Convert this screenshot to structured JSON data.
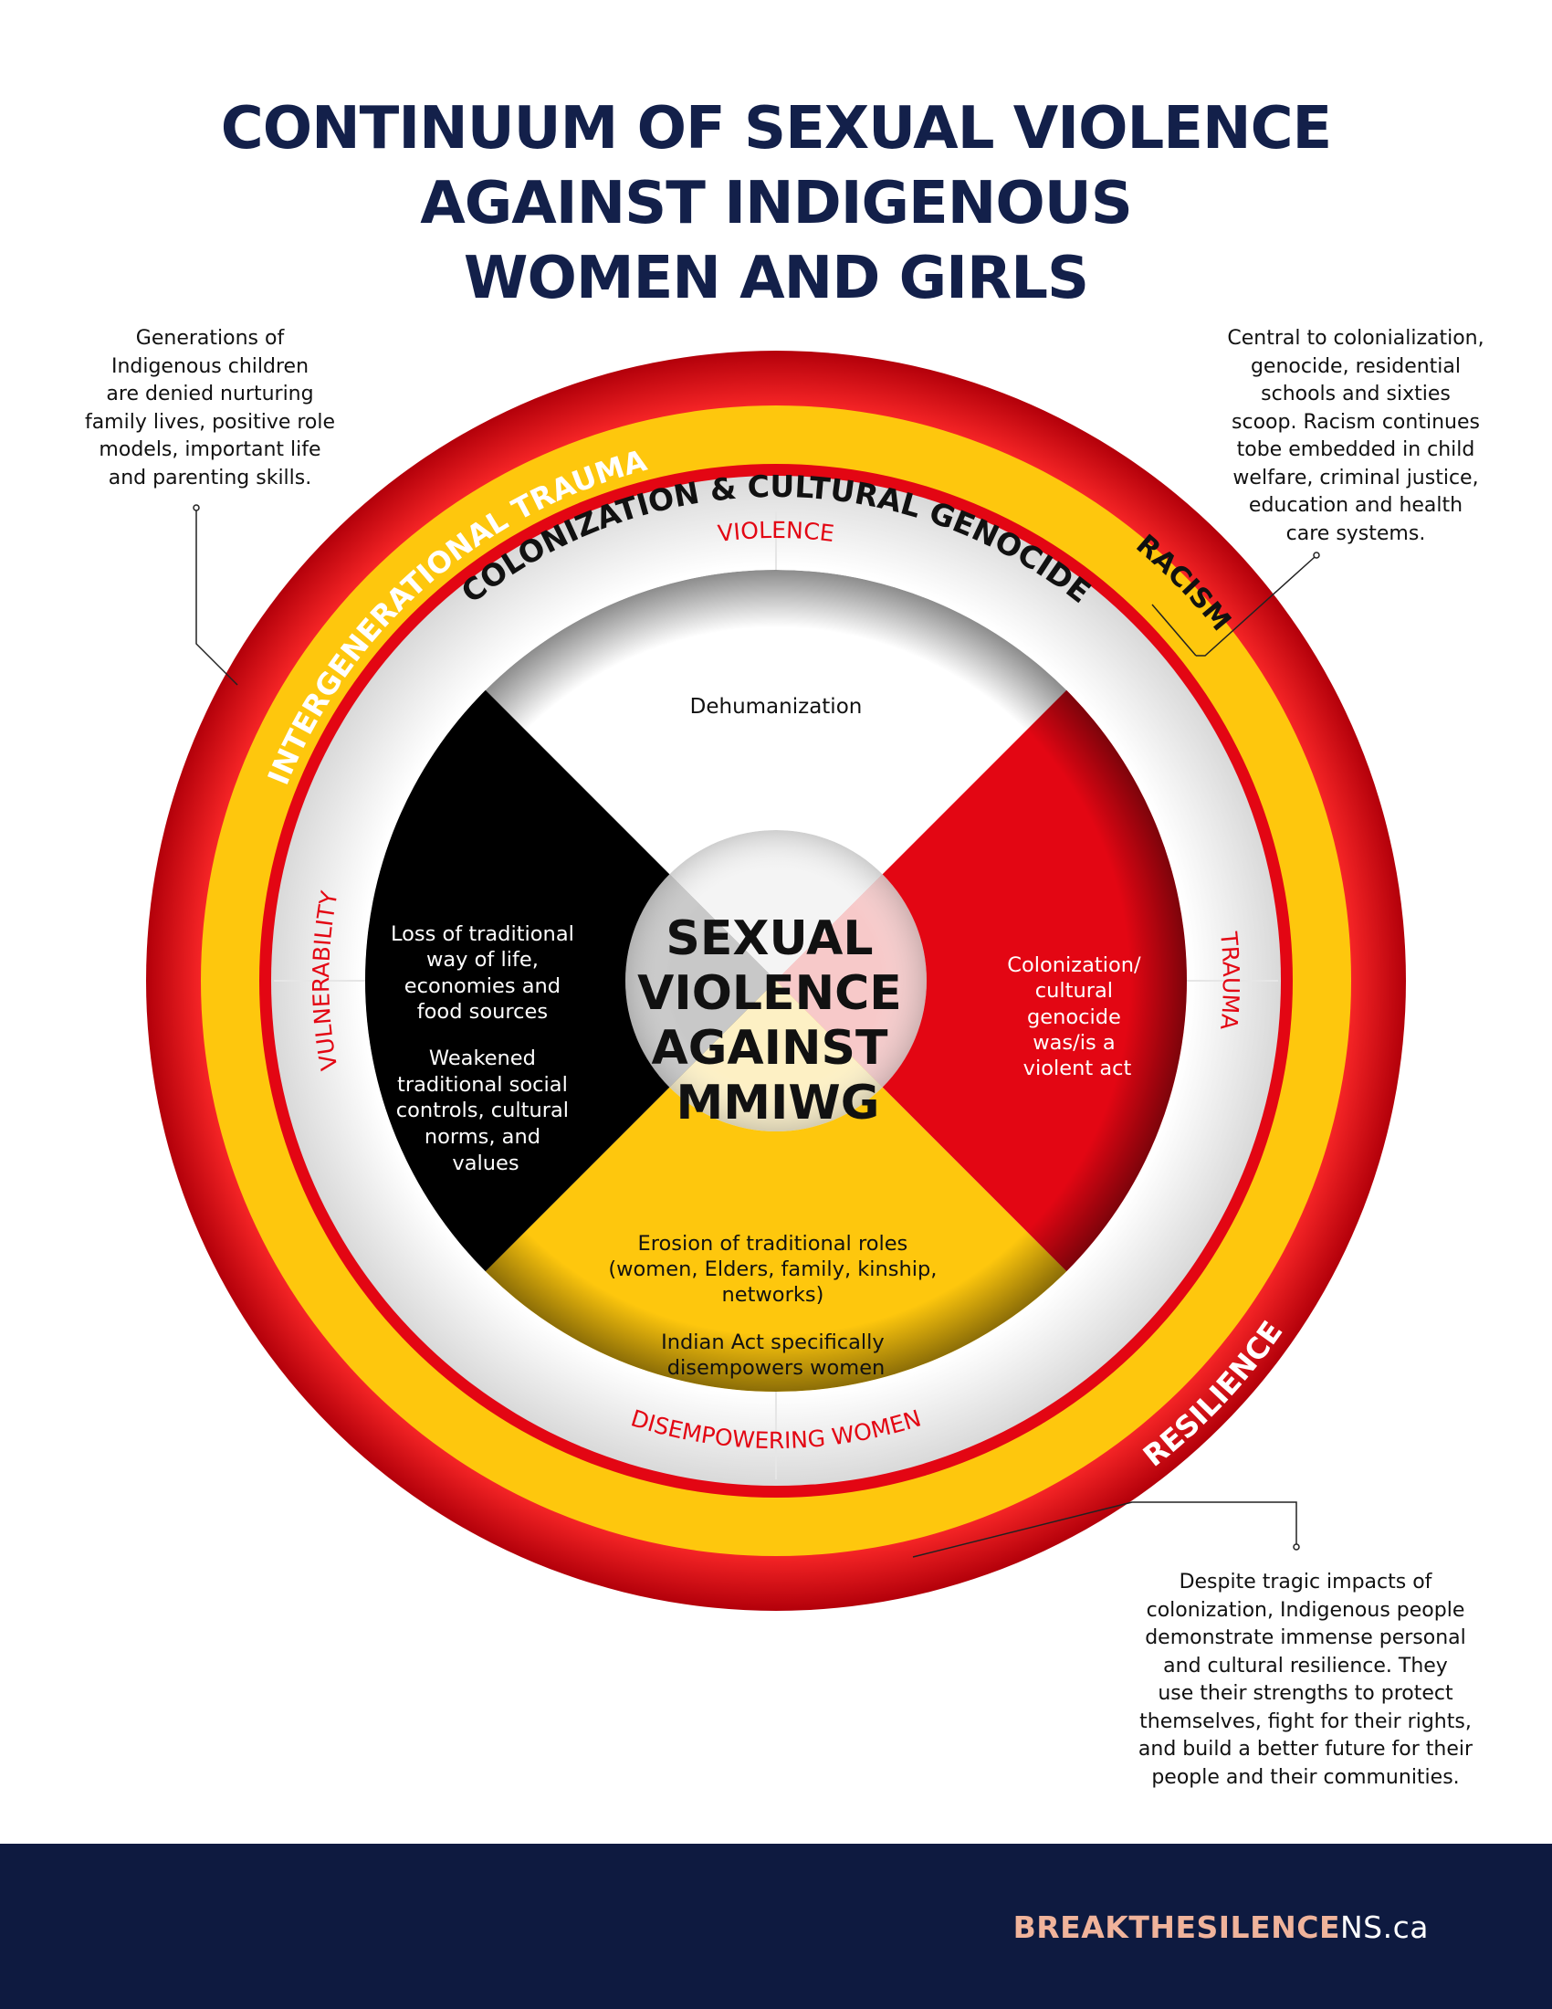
{
  "title": {
    "line1": "CONTINUUM OF SEXUAL VIOLENCE",
    "line2": "AGAINST INDIGENOUS",
    "line3": "WOMEN AND GIRLS"
  },
  "notes": {
    "left": [
      "Generations of",
      "Indigenous children",
      "are denied nurturing",
      "family lives, positive role",
      "models, important life",
      "and parenting skills."
    ],
    "right": [
      "Central to colonialization,",
      "genocide, residential",
      "schools and sixties",
      "scoop. Racism continues",
      "tobe embedded in child",
      "welfare, criminal justice,",
      "education and health",
      "care systems."
    ],
    "bottom": [
      "Despite tragic impacts of",
      "colonization, Indigenous people",
      "demonstrate immense personal",
      "and cultural resilience. They",
      "use their strengths to protect",
      "themselves, fight for their rights,",
      "and build a better future for their",
      "people and their communities."
    ]
  },
  "rings": {
    "outer_label": "INTERGENERATIONAL TRAUMA",
    "outer_bottom_label": "RESILIENCE",
    "racism_label": "RACISM",
    "inner_label": "COLONIZATION & CULTURAL GENOCIDE"
  },
  "labels": {
    "violence": "VIOLENCE",
    "dehumanization": "Dehumanization",
    "vulnerability": "VULNERABILITY",
    "trauma": "TRAUMA",
    "disempowering": "DISEMPOWERING WOMEN"
  },
  "quadrants": {
    "left": [
      "Loss of traditional",
      "way of life,",
      "economies and",
      "food sources",
      "",
      "Weakened",
      "traditional social",
      "controls, cultural",
      "norms, and",
      "values"
    ],
    "right": [
      "Colonization/",
      "cultural",
      "genocide",
      "was/is a",
      "violent act"
    ],
    "bottom": [
      "Erosion of traditional roles",
      "(women, Elders, family, kinship,",
      "networks)",
      "",
      "Indian Act specifically",
      "disempowers women"
    ]
  },
  "center": [
    "SEXUAL",
    "VIOLENCE",
    "AGAINST",
    "MMIWG"
  ],
  "colors": {
    "red": "#e30613",
    "yellow": "#fec70d",
    "black": "#000000",
    "navy": "#13204a",
    "footer": "#0e1a40",
    "brand_accent": "#f0b39b"
  },
  "footer": {
    "brand_part1": "BREAKTHESILENCE",
    "brand_part2": "NS.ca"
  }
}
